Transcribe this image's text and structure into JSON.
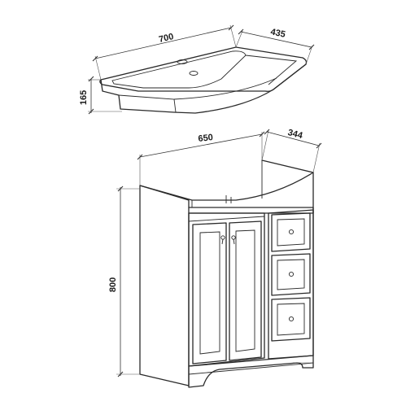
{
  "basin": {
    "width_label": "700",
    "depth_label": "435",
    "height_label": "165"
  },
  "cabinet": {
    "width_label": "650",
    "depth_label": "344",
    "height_label": "800"
  },
  "colors": {
    "line": "#2a2a2a",
    "background": "#ffffff"
  }
}
